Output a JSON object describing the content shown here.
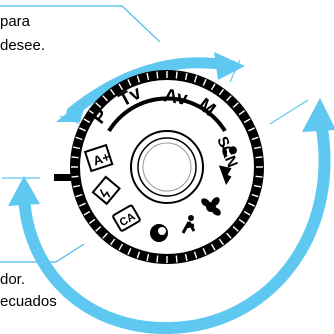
{
  "callout_top": {
    "line1": "para",
    "line2": "desee."
  },
  "callout_bottom": {
    "line1": "dor.",
    "line2": "ecuados"
  },
  "dial": {
    "labels": {
      "P": "P",
      "Tv": "Tv",
      "Av": "Av",
      "M": "M",
      "SCN": "SCN",
      "A_plus": "A+",
      "CA": "CA"
    },
    "icons": [
      "portrait-icon",
      "landscape-icon",
      "close-up-icon",
      "sports-icon",
      "creative-filters-icon",
      "scene-intelligent-auto-icon",
      "flash-off-icon",
      "creative-auto-icon"
    ]
  },
  "colors": {
    "arrow": "#5ec8f0",
    "callout_line": "#49b8e8",
    "dial_outer": "#000000",
    "dial_face": "#ffffff"
  }
}
